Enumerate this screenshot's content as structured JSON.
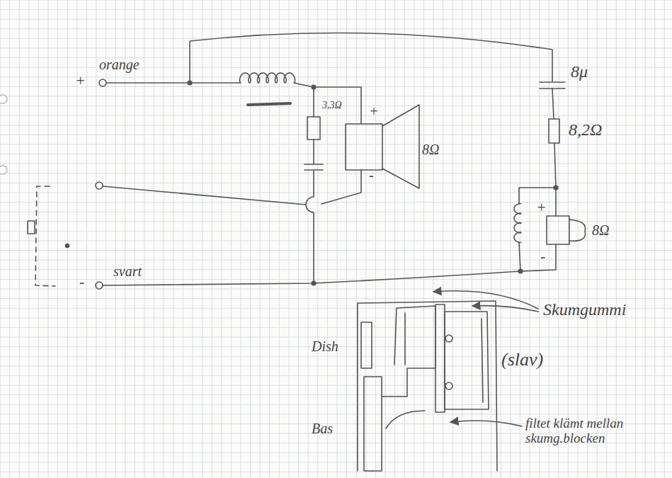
{
  "diagram": {
    "labels": [
      "+",
      "orange",
      "3,3Ω",
      "+",
      "-",
      "8Ω",
      "8μ",
      "8,2Ω",
      "+",
      "8Ω",
      "-",
      "-",
      "svart",
      "Skumgummi",
      "Dish",
      "(slav)",
      "Bas",
      "filtet klämt mellan skumg.blocken"
    ]
  }
}
